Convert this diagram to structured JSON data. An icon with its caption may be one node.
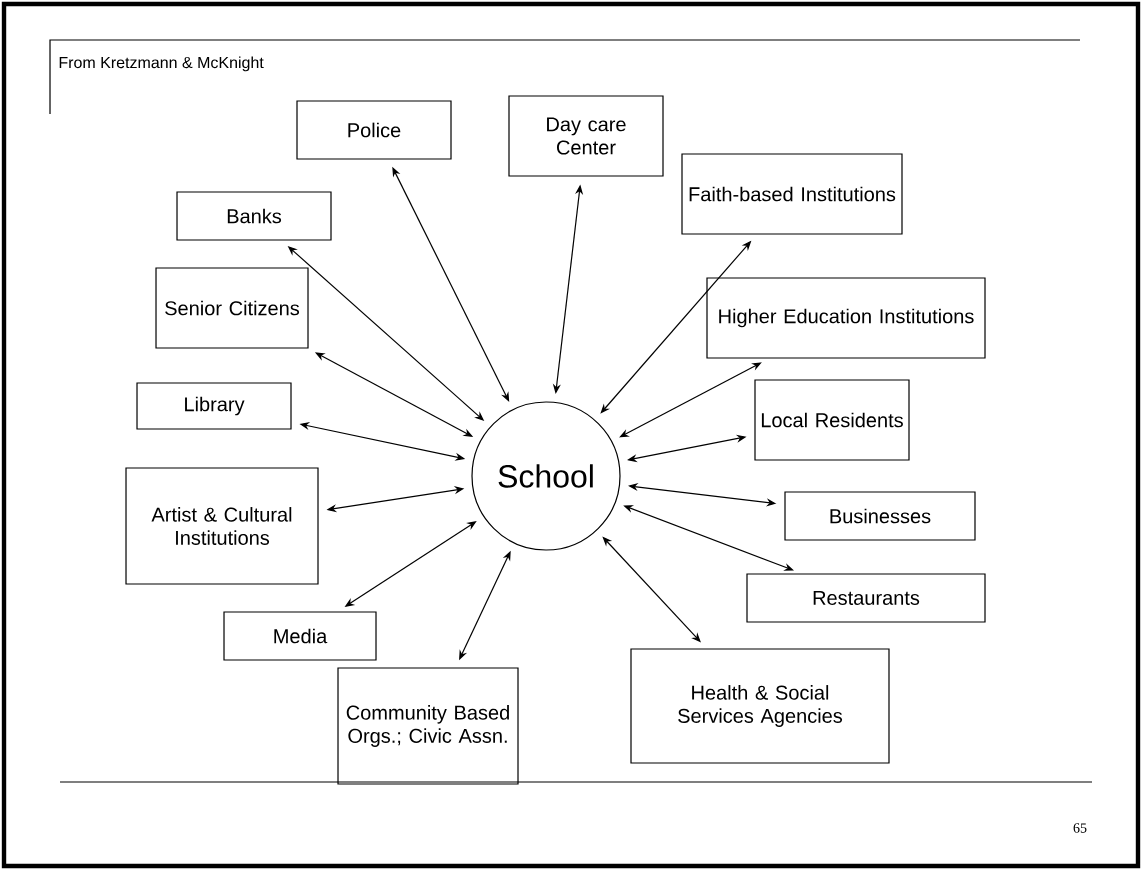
{
  "diagram": {
    "nodes": [
      {
        "text": [
          "School"
        ]
      },
      {
        "text": [
          "Police"
        ]
      },
      {
        "text": [
          "Day care Center"
        ]
      },
      {
        "text": [
          "Banks"
        ]
      },
      {
        "text": [
          "Faith-based Institutions"
        ]
      },
      {
        "text": [
          "Senior Citizens"
        ]
      },
      {
        "text": [
          "Higher Education Institutions"
        ]
      },
      {
        "text": [
          "Library"
        ]
      },
      {
        "text": [
          "Local Residents"
        ]
      },
      {
        "text": [
          "Artist & Cultural Institutions"
        ]
      },
      {
        "text": [
          "Businesses"
        ]
      },
      {
        "text": [
          "Media"
        ]
      },
      {
        "text": [
          "Restaurants"
        ]
      },
      {
        "text": [
          "Community Based Orgs.; Civic Assn."
        ]
      },
      {
        "text": [
          "Health & Social Services Agencies"
        ]
      }
    ],
    "edges": [
      {
        "from": 0,
        "to": 1,
        "arrow": "both"
      },
      {
        "from": 0,
        "to": 2,
        "arrow": "both"
      },
      {
        "from": 0,
        "to": 3,
        "arrow": "both"
      },
      {
        "from": 0,
        "to": 4,
        "arrow": "both"
      },
      {
        "from": 0,
        "to": 5,
        "arrow": "both"
      },
      {
        "from": 0,
        "to": 6,
        "arrow": "both"
      },
      {
        "from": 0,
        "to": 7,
        "arrow": "both"
      },
      {
        "from": 0,
        "to": 8,
        "arrow": "both"
      },
      {
        "from": 0,
        "to": 9,
        "arrow": "both"
      },
      {
        "from": 0,
        "to": 10,
        "arrow": "both"
      },
      {
        "from": 0,
        "to": 11,
        "arrow": "both"
      },
      {
        "from": 0,
        "to": 12,
        "arrow": "both"
      },
      {
        "from": 0,
        "to": 13,
        "arrow": "both"
      },
      {
        "from": 0,
        "to": 14,
        "arrow": "both"
      }
    ],
    "labels": [
      "From Kretzmann & McKnight",
      "65"
    ]
  }
}
